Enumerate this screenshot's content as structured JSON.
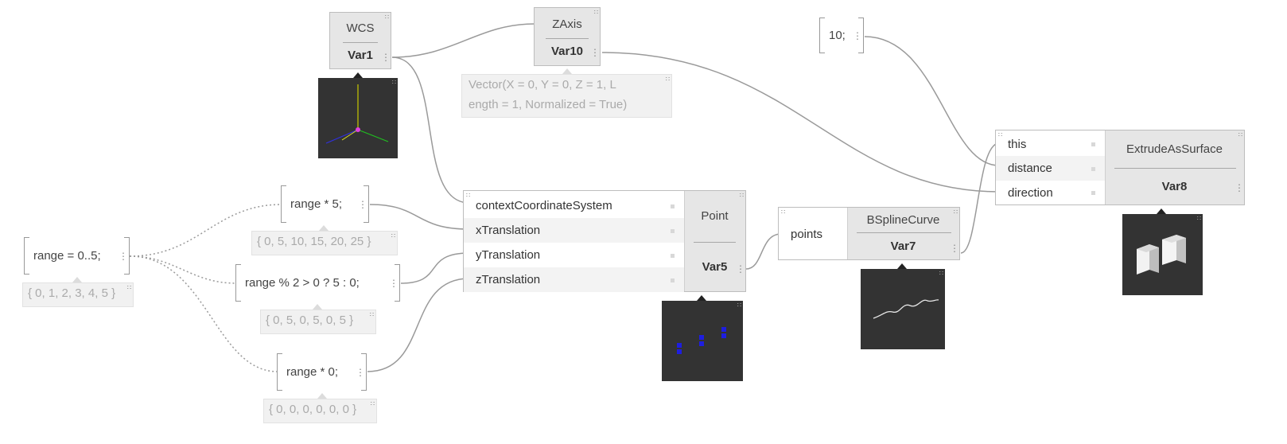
{
  "graph": {
    "wcs_node": {
      "title": "WCS",
      "var": "Var1"
    },
    "zaxis_node": {
      "title": "ZAxis",
      "var": "Var10",
      "preview_line1": "Vector(X = 0, Y = 0, Z = 1, L",
      "preview_line2": "ength = 1, Normalized = True)"
    },
    "ten_node": {
      "code": "10;"
    },
    "range_node": {
      "code": "range = 0..5;",
      "preview": "{ 0, 1, 2, 3, 4, 5 }"
    },
    "range5_node": {
      "code": "range * 5;",
      "preview": "{ 0, 5, 10, 15, 20, 25 }"
    },
    "rangemod_node": {
      "code": "range % 2 > 0 ? 5 : 0;",
      "preview": "{ 0, 5, 0, 5, 0, 5 }"
    },
    "range0_node": {
      "code": "range * 0;",
      "preview": "{ 0, 0, 0, 0, 0, 0 }"
    },
    "point_node": {
      "title": "Point",
      "var": "Var5",
      "inputs": [
        "contextCoordinateSystem",
        "xTranslation",
        "yTranslation",
        "zTranslation"
      ]
    },
    "bspline_node": {
      "title": "BSplineCurve",
      "var": "Var7",
      "inputs": [
        "points"
      ]
    },
    "extrude_node": {
      "title": "ExtrudeAsSurface",
      "var": "Var8",
      "inputs": [
        "this",
        "distance",
        "direction"
      ]
    }
  },
  "colors": {
    "node_header": "#e6e6e6",
    "node_border": "#bdbdbd",
    "wire": "#9a9a9a",
    "preview_bg": "#f1f1f1",
    "preview_text": "#aaaaaa",
    "viewer_bg": "#333333",
    "point_marker": "#1e1ee0"
  },
  "icons": {
    "port_handle": "dot-icon",
    "output_grip": "vertical-dots-icon",
    "menu_corner": "four-dots-icon"
  }
}
